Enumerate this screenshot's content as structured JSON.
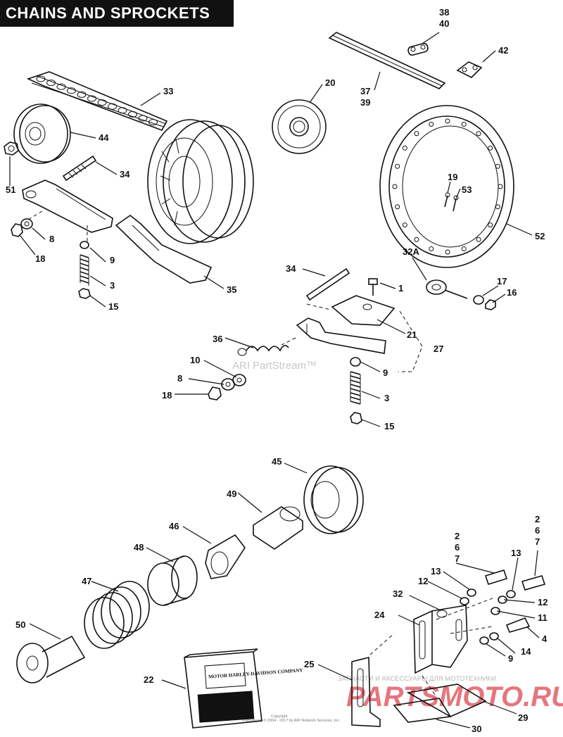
{
  "title": "CHAINS AND SPROCKETS",
  "watermark": "ARI PartStream™",
  "copyright": "Copyright\nPartStream © 2004 - 2017 by ARI Network Services, Inc.",
  "box_logo": "MOTOR HARLEY-DAVIDSON COMPANY",
  "site_caption": "ЗАПЧАСТИ И АКСЕССУАРЫ ДЛЯ МОТОТЕХНИКИ",
  "site_logo": "PARTSMOTO.RU",
  "labels": [
    "38",
    "40",
    "42",
    "37",
    "39",
    "33",
    "20",
    "44",
    "51",
    "34",
    "19",
    "53",
    "8",
    "18",
    "9",
    "3",
    "15",
    "35",
    "52",
    "32A",
    "17",
    "16",
    "34",
    "1",
    "21",
    "36",
    "27",
    "10",
    "8",
    "9",
    "18",
    "3",
    "15",
    "45",
    "49",
    "46",
    "48",
    "2",
    "6",
    "7",
    "2",
    "6",
    "7",
    "47",
    "13",
    "13",
    "12",
    "12",
    "32",
    "24",
    "11",
    "50",
    "4",
    "14",
    "9",
    "25",
    "22",
    "29",
    "30"
  ]
}
